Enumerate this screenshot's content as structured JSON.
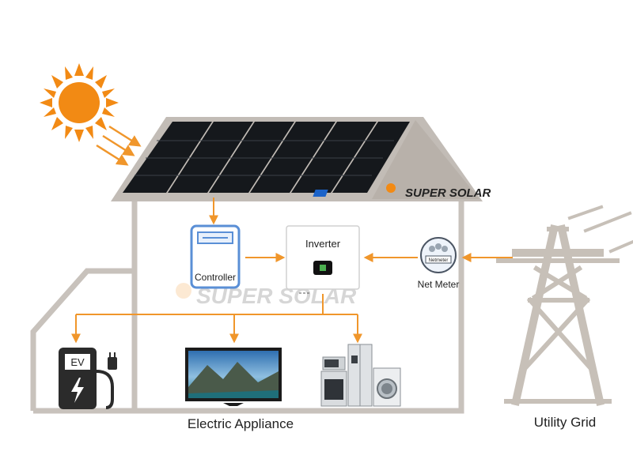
{
  "labels": {
    "controller": "Controller",
    "inverter": "Inverter",
    "net_meter": "Net Meter",
    "net_meter_face": "Netmeter",
    "ev": "EV",
    "electric_appliance": "Electric Appliance",
    "utility_grid": "Utility Grid"
  },
  "branding": {
    "name": "SUPER SOLAR"
  },
  "colors": {
    "flow_arrow": "#f0962b",
    "sun": "#f28a14",
    "house_outline": "#c8c2bc",
    "roof_fill": "#c2bcb6",
    "panel": "#15181c",
    "pylon": "#c7c0b8",
    "brand_blue": "#1b63c9",
    "device_blue": "#5a8fd6"
  },
  "icons": [
    "sun-icon",
    "solar-panel-icon",
    "controller-icon",
    "inverter-icon",
    "net-meter-icon",
    "ev-charger-icon",
    "tv-icon",
    "kitchen-appliances-icon",
    "transmission-tower-icon"
  ]
}
